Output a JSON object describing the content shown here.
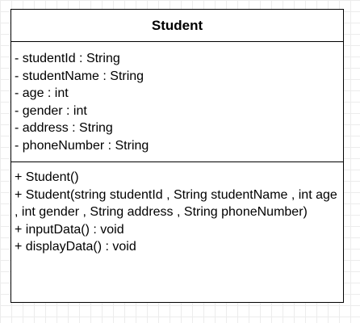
{
  "uml_class": {
    "name": "Student",
    "attributes": [
      "- studentId : String",
      "- studentName : String",
      "- age : int",
      "- gender : int",
      "- address : String",
      "- phoneNumber : String"
    ],
    "methods": [
      "+ Student()",
      "+ Student(string studentId , String studentName , int age , int gender , String address , String phoneNumber)",
      "+ inputData() : void",
      "+ displayData() : void"
    ]
  }
}
